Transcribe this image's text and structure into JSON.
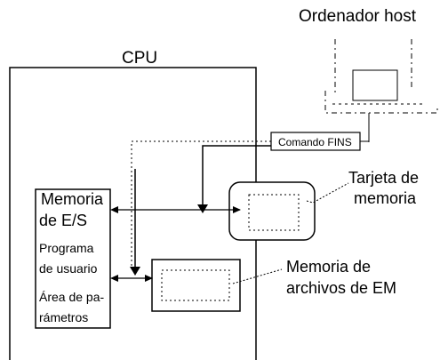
{
  "host": {
    "title": "Ordenador host"
  },
  "cpu": {
    "title": "CPU"
  },
  "fins": {
    "label": "Comando FINS"
  },
  "memory_card": {
    "line1": "Tarjeta de",
    "line2": "memoria"
  },
  "em_memory": {
    "line1": "Memoria de",
    "line2": "archivos de EM"
  },
  "io_block": {
    "io_line1": "Memoria",
    "io_line2": "de E/S",
    "program_line1": "Programa",
    "program_line2": "de usuario",
    "params_line1": "Área de pa-",
    "params_line2": "rámetros"
  },
  "colors": {
    "stroke": "#000000",
    "background": "#ffffff"
  }
}
